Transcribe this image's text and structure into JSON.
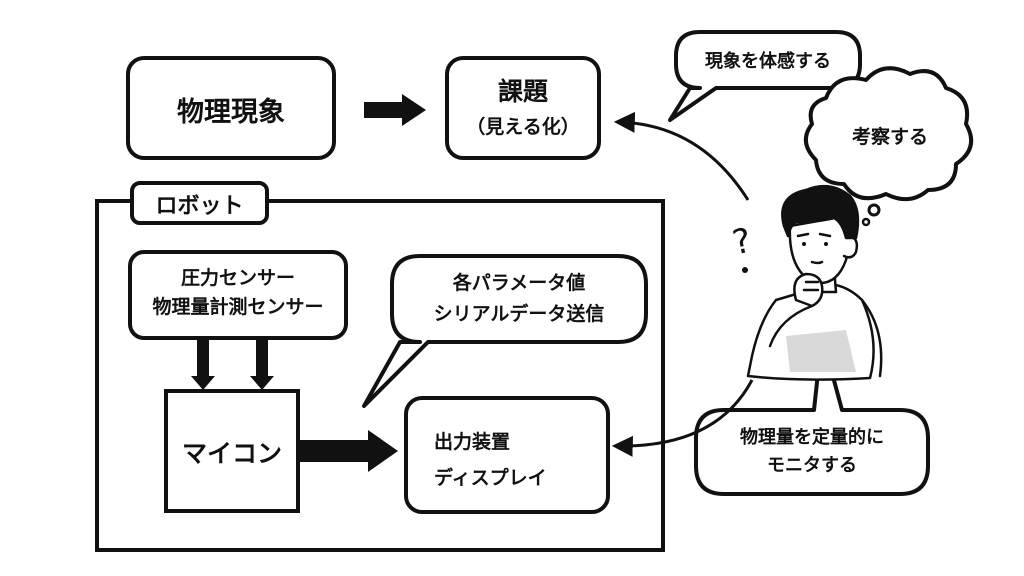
{
  "nodes": {
    "physical": "物理現象",
    "issue_title": "課題",
    "issue_sub": "（見える化）",
    "robot_tab": "ロボット",
    "sensor_line1": "圧力センサー",
    "sensor_line2": "物理量計測センサー",
    "mcu": "マイコン",
    "output_line1": "出力装置",
    "output_line2": "ディスプレイ"
  },
  "bubbles": {
    "params_line1": "各パラメータ値",
    "params_line2": "シリアルデータ送信",
    "feel": "現象を体感する",
    "think": "考察する",
    "monitor_line1": "物理量を定量的に",
    "monitor_line2": "モニタする"
  },
  "person": {
    "question_mark": "?"
  },
  "colors": {
    "stroke": "#111111",
    "fill": "#ffffff",
    "shade": "#d9d9d9"
  }
}
